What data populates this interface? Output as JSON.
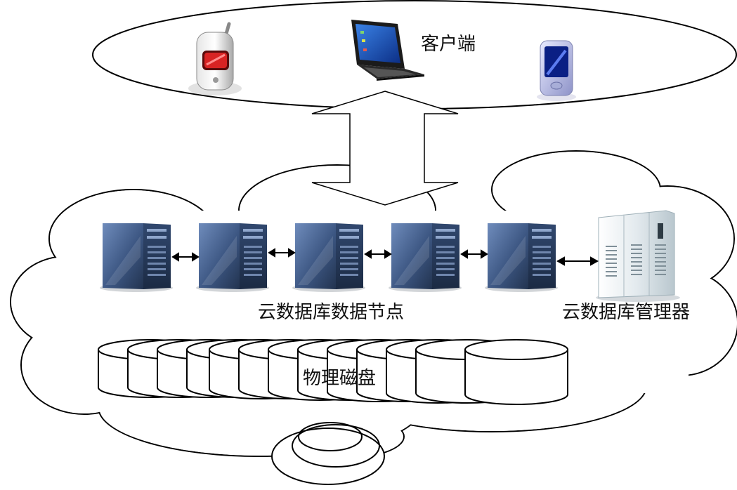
{
  "labels": {
    "client": "客户端",
    "data_nodes": "云数据库数据节点",
    "manager": "云数据库管理器",
    "disks": "物理磁盘"
  },
  "icons": {
    "client_devices": [
      "mobile-phone-icon",
      "laptop-icon",
      "pda-icon"
    ],
    "data_node": "server-tower-icon",
    "manager": "server-cabinet-icon",
    "disk": "disk-cylinder-icon"
  },
  "counts": {
    "data_nodes": 5,
    "disks": 13
  },
  "colors": {
    "stroke": "#000000",
    "server_dark": "#2a3f63",
    "server_light": "#5f7cab",
    "cabinet": "#e9eef0",
    "screen_blue": "#1f4fb0",
    "phone_red": "#c81c1c"
  }
}
